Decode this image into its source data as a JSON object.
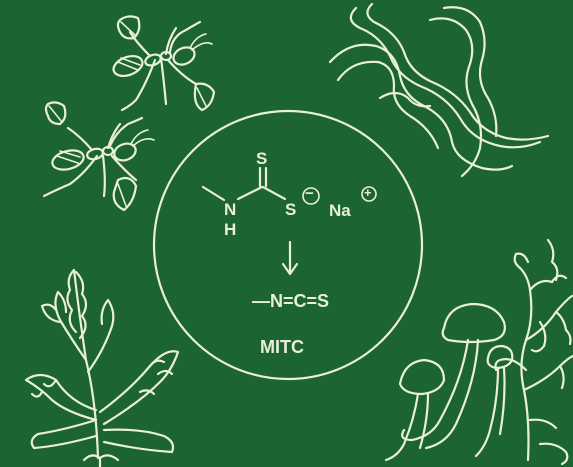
{
  "molecule": {
    "atom_s_top": "S",
    "atom_n": "N",
    "atom_h": "H",
    "atom_s_right": "S",
    "charge_neg": "−",
    "atom_na": "Na",
    "charge_pos": "+",
    "product_formula": "—N=C=S",
    "product_name": "MITC"
  },
  "icons": [
    "ant-icon",
    "ant-icon",
    "nematode-icon",
    "weed-plant-icon",
    "mushroom-icon",
    "lichen-icon"
  ],
  "colors": {
    "background": "#1c6432",
    "line": "#e9efd9"
  }
}
